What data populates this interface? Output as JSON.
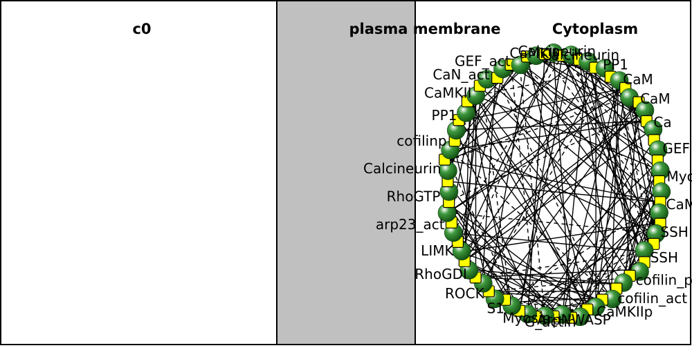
{
  "colors": {
    "background": "#ffffff",
    "border": "#000000",
    "membrane_fill": "#c0c0c0",
    "species_gradient": [
      "#ffffff",
      "#2e8b2e",
      "#0e4a0e"
    ],
    "reaction_fill": "#ffff00",
    "edge": "#000000"
  },
  "compartments": [
    {
      "id": "c0",
      "title": "c0"
    },
    {
      "id": "plasma_membrane",
      "title": "plasma membrane"
    },
    {
      "id": "cytoplasm",
      "title": "Cytoplasm"
    }
  ],
  "node_labels": [
    "CaMKII",
    "Calcineurin",
    "Calcineurin",
    "PP1",
    "CaM",
    "CaM",
    "Ca",
    "GEF",
    "MyoII_act",
    "CaMKIIp",
    "SSH",
    "SSH",
    "cofilin_p",
    "cofilin_act",
    "CaMKIIp",
    "ArpNWASP",
    "G_actin",
    "Myosin",
    "S1",
    "ROCK",
    "RhoGDI",
    "LIMK",
    "arp23_act",
    "RhoGTP",
    "Calcineurin",
    "cofilinp",
    "PP1",
    "CaMKII",
    "CaN_act",
    "GEF_act"
  ]
}
